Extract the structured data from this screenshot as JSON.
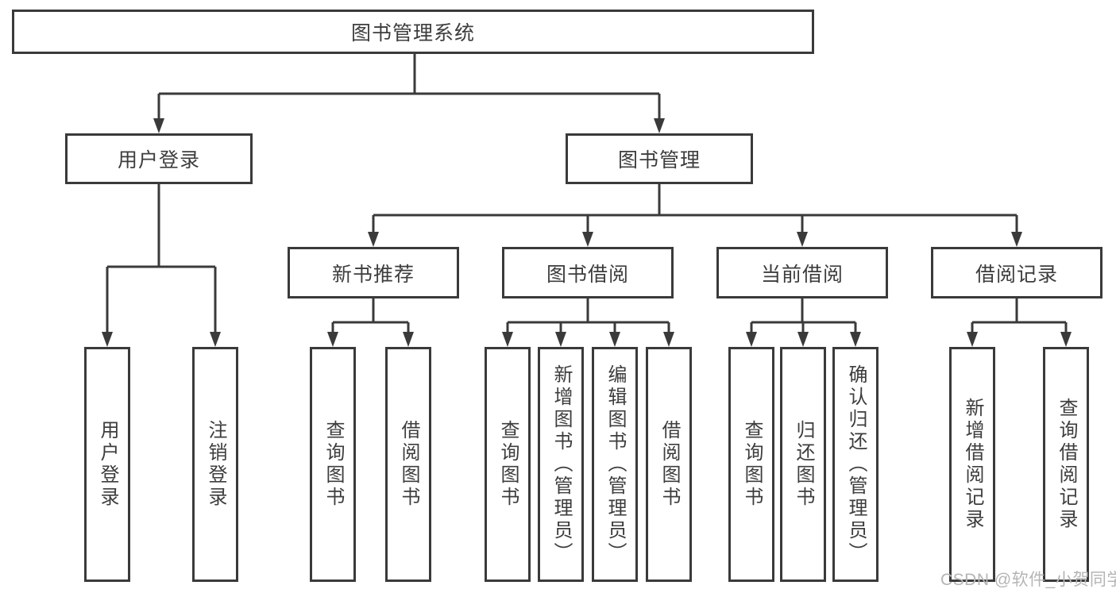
{
  "colors": {
    "line": "#3a3a3a",
    "text": "#3d3d3d",
    "watermark": "#b5b5b5",
    "bg": "#ffffff"
  },
  "watermark": "CSDN @软件_小贺同学",
  "tree": {
    "label": "图书管理系统",
    "children": [
      {
        "label": "用户登录",
        "children": [
          {
            "label": "用户登录"
          },
          {
            "label": "注销登录"
          }
        ]
      },
      {
        "label": "图书管理",
        "children": [
          {
            "label": "新书推荐",
            "children": [
              {
                "label": "查询图书"
              },
              {
                "label": "借阅图书"
              }
            ]
          },
          {
            "label": "图书借阅",
            "children": [
              {
                "label": "查询图书"
              },
              {
                "label": "新增图书（管理员）"
              },
              {
                "label": "编辑图书（管理员）"
              },
              {
                "label": "借阅图书"
              }
            ]
          },
          {
            "label": "当前借阅",
            "children": [
              {
                "label": "查询图书"
              },
              {
                "label": "归还图书"
              },
              {
                "label": "确认归还（管理员）"
              }
            ]
          },
          {
            "label": "借阅记录",
            "children": [
              {
                "label": "新增借阅记录"
              },
              {
                "label": "查询借阅记录"
              }
            ]
          }
        ]
      }
    ]
  }
}
